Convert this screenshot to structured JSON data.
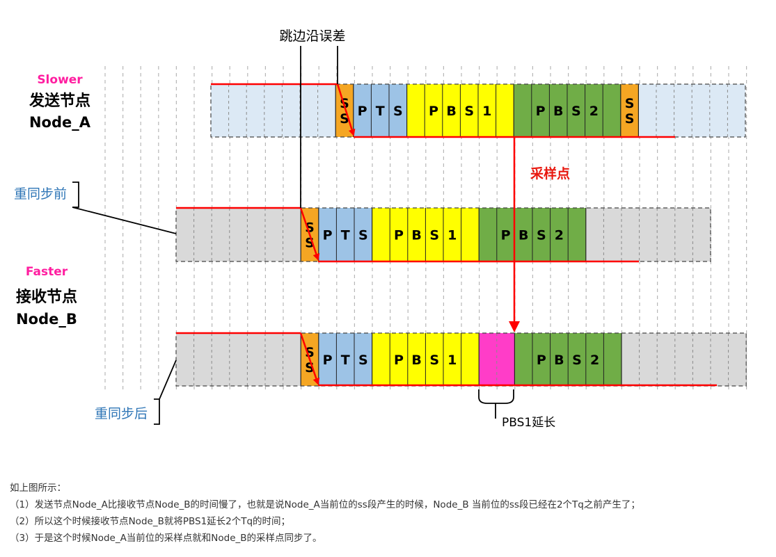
{
  "diagram": {
    "edge_error_label": "跳边沿误差",
    "sample_point_label": "采样点",
    "ext_label": "PBS1延长",
    "node_a": {
      "speed": "Slower",
      "title": "发送节点",
      "name": "Node_A"
    },
    "node_b": {
      "speed": "Faster",
      "title": "接收节点",
      "name": "Node_B"
    },
    "before_label": "重同步前",
    "after_label": "重同步后",
    "rows": [
      {
        "id": "a",
        "segments": [
          {
            "text": "",
            "color": "#dce9f5",
            "cells": 7
          },
          {
            "text": "SS",
            "color": "#f5a623",
            "cells": 1,
            "stacked": true
          },
          {
            "text": "PTS",
            "color": "#9dc3e6",
            "cells": 3
          },
          {
            "text": "PBS1",
            "color": "#ffff00",
            "cells": 6
          },
          {
            "text": "PBS2",
            "color": "#70ad47",
            "cells": 6
          },
          {
            "text": "SS",
            "color": "#f5a623",
            "cells": 1,
            "stacked": true
          },
          {
            "text": "",
            "color": "#dce9f5",
            "cells": 6
          }
        ]
      },
      {
        "id": "b-before",
        "segments": [
          {
            "text": "",
            "color": "#d9d9d9",
            "cells": 7
          },
          {
            "text": "SS",
            "color": "#f5a623",
            "cells": 1,
            "stacked": true
          },
          {
            "text": "PTS",
            "color": "#9dc3e6",
            "cells": 3
          },
          {
            "text": "PBS1",
            "color": "#ffff00",
            "cells": 6
          },
          {
            "text": "PBS2",
            "color": "#70ad47",
            "cells": 6
          },
          {
            "text": "",
            "color": "#d9d9d9",
            "cells": 7
          }
        ]
      },
      {
        "id": "b-after",
        "segments": [
          {
            "text": "",
            "color": "#d9d9d9",
            "cells": 7
          },
          {
            "text": "SS",
            "color": "#f5a623",
            "cells": 1,
            "stacked": true
          },
          {
            "text": "PTS",
            "color": "#9dc3e6",
            "cells": 3
          },
          {
            "text": "PBS1",
            "color": "#ffff00",
            "cells": 6
          },
          {
            "text": "",
            "color": "#ff3dc8",
            "cells": 2
          },
          {
            "text": "PBS2",
            "color": "#70ad47",
            "cells": 6
          },
          {
            "text": "",
            "color": "#d9d9d9",
            "cells": 7
          }
        ]
      }
    ],
    "colors": {
      "signal": "#ff0000",
      "slower": "#ff1ea0",
      "faster": "#ff1ea0",
      "label_blue": "#2e75b6",
      "sample": "#e8170e"
    }
  },
  "notes": {
    "intro": "如上图所示：",
    "item1": "（1）发送节点Node_A比接收节点Node_B的时间慢了，也就是说Node_A当前位的ss段产生的时候，Node_B 当前位的ss段已经在2个Tq之前产生了；",
    "item2": "（2）所以这个时候接收节点Node_B就将PBS1延长2个Tq的时间；",
    "item3": "（3）于是这个时候Node_A当前位的采样点就和Node_B的采样点同步了。"
  }
}
